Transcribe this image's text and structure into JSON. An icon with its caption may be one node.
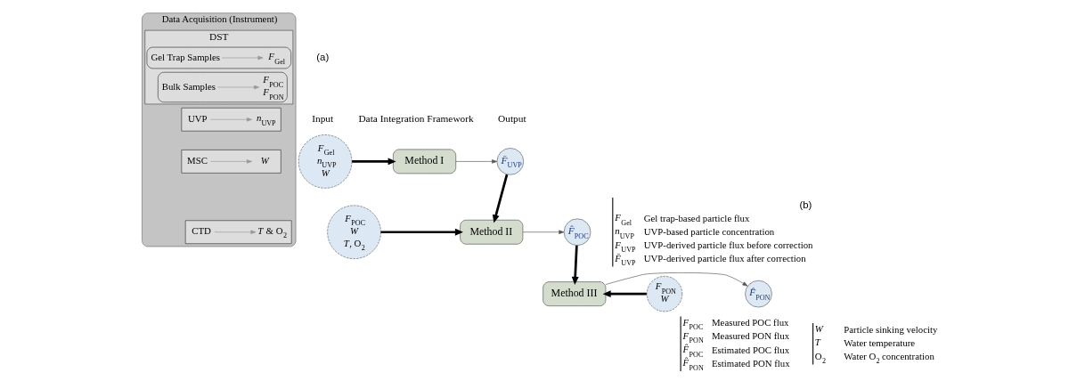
{
  "diagram": {
    "nodes": [
      {
        "text": [
          "Data Acquisition (Instrument)"
        ]
      },
      {
        "text": [
          "DST"
        ],
        "in": 0
      },
      {
        "text": [],
        "shape": "box",
        "in": 1
      },
      {
        "text": [
          "Gel Trap Samples"
        ],
        "in": 2
      },
      {
        "text": [
          "*F*$_{Gel}$"
        ],
        "in": 2
      },
      {
        "text": [],
        "shape": "box",
        "in": 1
      },
      {
        "text": [
          "Bulk Samples"
        ],
        "in": 5
      },
      {
        "text": [
          "*F*$_{POC}$",
          "*F*$_{PON}$"
        ],
        "in": 5
      },
      {
        "text": [],
        "shape": "box",
        "in": 0
      },
      {
        "text": [
          "UVP"
        ],
        "in": 8
      },
      {
        "text": [
          "*n*$_{UVP}$"
        ],
        "in": 8
      },
      {
        "text": [],
        "shape": "box",
        "in": 0
      },
      {
        "text": [
          "MSC"
        ],
        "in": 11
      },
      {
        "text": [
          "*W*"
        ],
        "in": 11
      },
      {
        "text": [],
        "shape": "box",
        "in": 0
      },
      {
        "text": [
          "CTD"
        ],
        "in": 14
      },
      {
        "text": [
          "*T* & O$_{2}$"
        ],
        "in": 14
      },
      {
        "text": [
          "*F*$_{Gel}$",
          "*n*$_{UVP}$",
          "*W*"
        ]
      },
      {
        "text": [
          "Method I"
        ]
      },
      {
        "text": [
          "*F̄*$_{UVP}$"
        ]
      },
      {
        "text": [
          "*F*$_{POC}$",
          "*W*",
          "*T*, O$_{2}$"
        ]
      },
      {
        "text": [
          "Method II"
        ]
      },
      {
        "text": [
          "*F̂*$_{POC}$"
        ]
      },
      {
        "text": [
          "*F*$_{PON}$",
          "*W*"
        ]
      },
      {
        "text": [
          "Method III"
        ]
      },
      {
        "text": [
          "*F̂*$_{PON}$"
        ]
      }
    ],
    "edges": [
      {
        "from": 3,
        "to": 4,
        "arrow": "to",
        "color": "#999999"
      },
      {
        "from": 6,
        "to": 7,
        "arrow": "to",
        "color": "#999999"
      },
      {
        "from": 9,
        "to": 10,
        "arrow": "to",
        "color": "#999999"
      },
      {
        "from": 12,
        "to": 13,
        "arrow": "to",
        "color": "#999999"
      },
      {
        "from": 15,
        "to": 16,
        "arrow": "to",
        "color": "#999999"
      },
      {
        "from": 17,
        "to": 18,
        "arrow": "to",
        "style": "thick",
        "color": "#000000"
      },
      {
        "from": 18,
        "to": 19,
        "arrow": "to",
        "color": "#555555"
      },
      {
        "from": 19,
        "to": 21,
        "arrow": "to",
        "style": "thick",
        "color": "#000000"
      },
      {
        "from": 20,
        "to": 21,
        "arrow": "to",
        "style": "thick",
        "color": "#000000"
      },
      {
        "from": 21,
        "to": 22,
        "arrow": "to",
        "color": "#555555"
      },
      {
        "from": 22,
        "to": 24,
        "arrow": "to",
        "style": "thick",
        "color": "#000000"
      },
      {
        "from": 23,
        "to": 24,
        "arrow": "to",
        "style": "thick",
        "color": "#000000"
      },
      {
        "from": 24,
        "to": 25,
        "arrow": "to",
        "color": "#555555"
      }
    ],
    "labels": [
      "(a)",
      "Input",
      "Data Integration Framework",
      "Output",
      "(b)",
      "*F*$_{Gel}$",
      "Gel trap-based particle flux",
      "*n*$_{UVP}$",
      "UVP-based particle concentration",
      "*F*$_{UVP}$",
      "UVP-derived particle flux before correction",
      "*F̄*$_{UVP}$",
      "UVP-derived particle flux after correction",
      "*F*$_{POC}$",
      "Measured POC flux",
      "*F*$_{PON}$",
      "Measured PON flux",
      "*F̂*$_{POC}$",
      "Estimated POC flux",
      "*F̂*$_{PON}$",
      "Estimated PON flux",
      "*W*",
      "Particle sinking velocity",
      "*T*",
      "Water temperature",
      "O$_{2}$",
      "Water O$_{2}$ concentration"
    ]
  }
}
